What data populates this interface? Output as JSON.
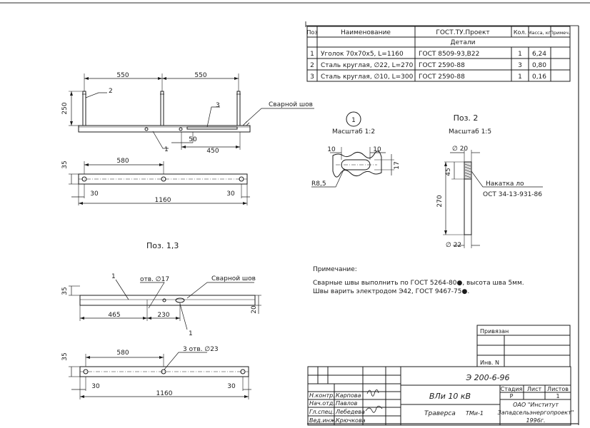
{
  "spec_table": {
    "headers": {
      "pos": "Поз",
      "name": "Наименование",
      "gost": "ГОСТ.ТУ.Проект",
      "qty": "Кол.",
      "mass": "Масса, кг",
      "note": "Примеч."
    },
    "section": "Детали",
    "rows": [
      {
        "pos": "1",
        "name": "Уголок 70х70х5, L=1160",
        "gost": "ГОСТ 8509-93,В22",
        "qty": "1",
        "mass": "6,24"
      },
      {
        "pos": "2",
        "name": "Сталь круглая, ∅22, L=270",
        "gost": "ГОСТ 2590-88",
        "qty": "3",
        "mass": "0,80"
      },
      {
        "pos": "3",
        "name": "Сталь круглая, ∅10, L=300",
        "gost": "ГОСТ 2590-88",
        "qty": "1",
        "mass": "0,16"
      }
    ]
  },
  "view1": {
    "dim_550_a": "550",
    "dim_550_b": "550",
    "dim_250": "250",
    "dim_50": "50",
    "dim_450": "450",
    "callout_2": "2",
    "callout_3": "3",
    "callout_1": "1",
    "weld_label": "Сварной шов"
  },
  "view2": {
    "dim_35": "35",
    "dim_580": "580",
    "dim_30_l": "30",
    "dim_30_r": "30",
    "dim_1160": "1160"
  },
  "detail1": {
    "circle_num": "1",
    "scale": "Масштаб 1:2",
    "dim_10_l": "10",
    "dim_10_r": "10",
    "dim_17": "17",
    "radius": "R8,5"
  },
  "pos2": {
    "title": "Поз. 2",
    "scale": "Масштаб 1:5",
    "dia_top": "∅ 20",
    "dim_45": "45",
    "dim_270": "270",
    "dia_bottom": "∅ 22",
    "knurl_1": "Накатка ло",
    "knurl_2": "ОСТ 34-13-931-86"
  },
  "pos13": {
    "title": "Поз. 1,3",
    "callout_1": "1",
    "hole_17": "отв. ∅17",
    "weld_label": "Сварной шов",
    "dim_35": "35",
    "dim_465": "465",
    "dim_230": "230",
    "dim_20": "20",
    "callout_1b": "1"
  },
  "view4": {
    "dim_35": "35",
    "dim_580": "580",
    "callout": "3 отв. ∅23",
    "dim_30_l": "30",
    "dim_30_r": "30",
    "dim_1160": "1160"
  },
  "note": {
    "title": "Примечание:",
    "line1": "Сварные швы выполнить по ГОСТ 5264-80●, высота шва 5мм.",
    "line2": "Швы варить электродом Э42, ГОСТ 9467-75●."
  },
  "side_stamp": {
    "privyazan": "Привязан",
    "inv": "Инв. N"
  },
  "title_block": {
    "doc_code": "Э 200-6-96",
    "product": "ВЛи 10 кВ",
    "name": "Траверса",
    "mark": "ТМи-1",
    "stage_h": "Стадия",
    "sheet_h": "Лист",
    "sheets_h": "Листов",
    "stage": "Р",
    "sheets": "1",
    "org1": "ОАО \"Институт",
    "org2": "Западсельэнергопроект\"",
    "year": "1996г.",
    "roles": [
      {
        "role": "Н.контр.",
        "name": "Карпова"
      },
      {
        "role": "Нач.отд.",
        "name": "Павлов"
      },
      {
        "role": "Гл.спец.",
        "name": "Лебедева"
      },
      {
        "role": "Вед.инж.",
        "name": "Крючкова"
      }
    ]
  }
}
